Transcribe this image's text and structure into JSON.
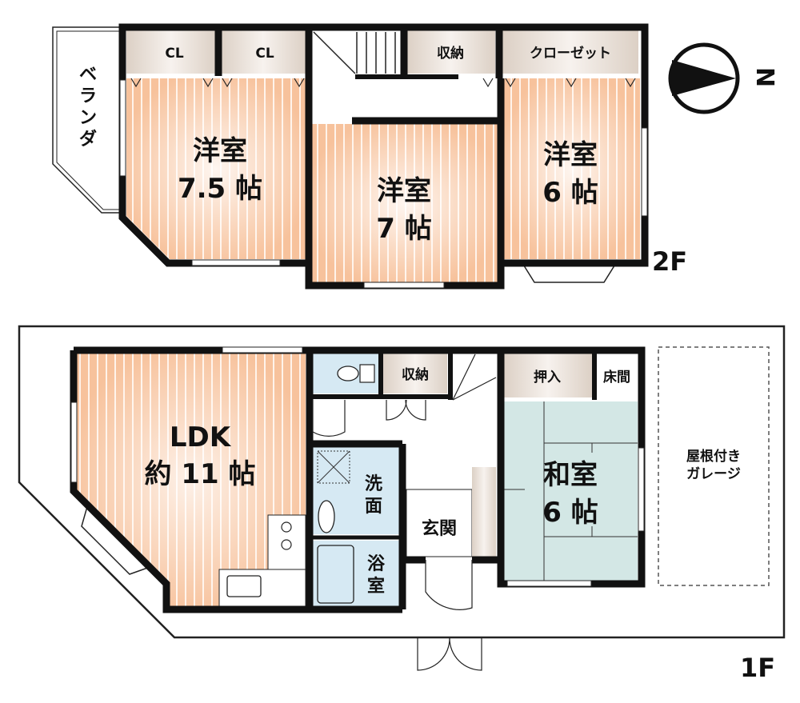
{
  "floors": {
    "second": {
      "label": "2F",
      "rooms": [
        {
          "id": "closet-1",
          "label": "CL"
        },
        {
          "id": "closet-2",
          "label": "CL"
        },
        {
          "id": "storage",
          "label": "収納"
        },
        {
          "id": "closet-3",
          "label": "クローゼット"
        },
        {
          "id": "western-room-1",
          "name": "洋室",
          "size": "7.5 帖"
        },
        {
          "id": "western-room-2",
          "name": "洋室",
          "size": "7 帖"
        },
        {
          "id": "western-room-3",
          "name": "洋室",
          "size": "6 帖"
        },
        {
          "id": "veranda",
          "label": "ベランダ"
        }
      ]
    },
    "first": {
      "label": "1F",
      "rooms": [
        {
          "id": "ldk",
          "name": "LDK",
          "size": "約 11 帖"
        },
        {
          "id": "storage",
          "label": "収納"
        },
        {
          "id": "oshiire",
          "label": "押入"
        },
        {
          "id": "tokonoma",
          "label": "床間"
        },
        {
          "id": "washroom",
          "label": "洗面"
        },
        {
          "id": "bathroom",
          "label": "浴室"
        },
        {
          "id": "entrance",
          "label": "玄関"
        },
        {
          "id": "japanese-room",
          "name": "和室",
          "size": "6 帖"
        },
        {
          "id": "garage",
          "line1": "屋根付き",
          "line2": "ガレージ"
        }
      ]
    }
  },
  "compass": {
    "label": "N",
    "icon": "north-arrow-icon"
  },
  "colors": {
    "wood_floor": "#f5b98e",
    "wood_floor_light": "#fde3cf",
    "storage": "#e6dcd3",
    "wet_area": "#d6e9f3",
    "tatami": "#d3e7e5",
    "wall": "#111111"
  }
}
